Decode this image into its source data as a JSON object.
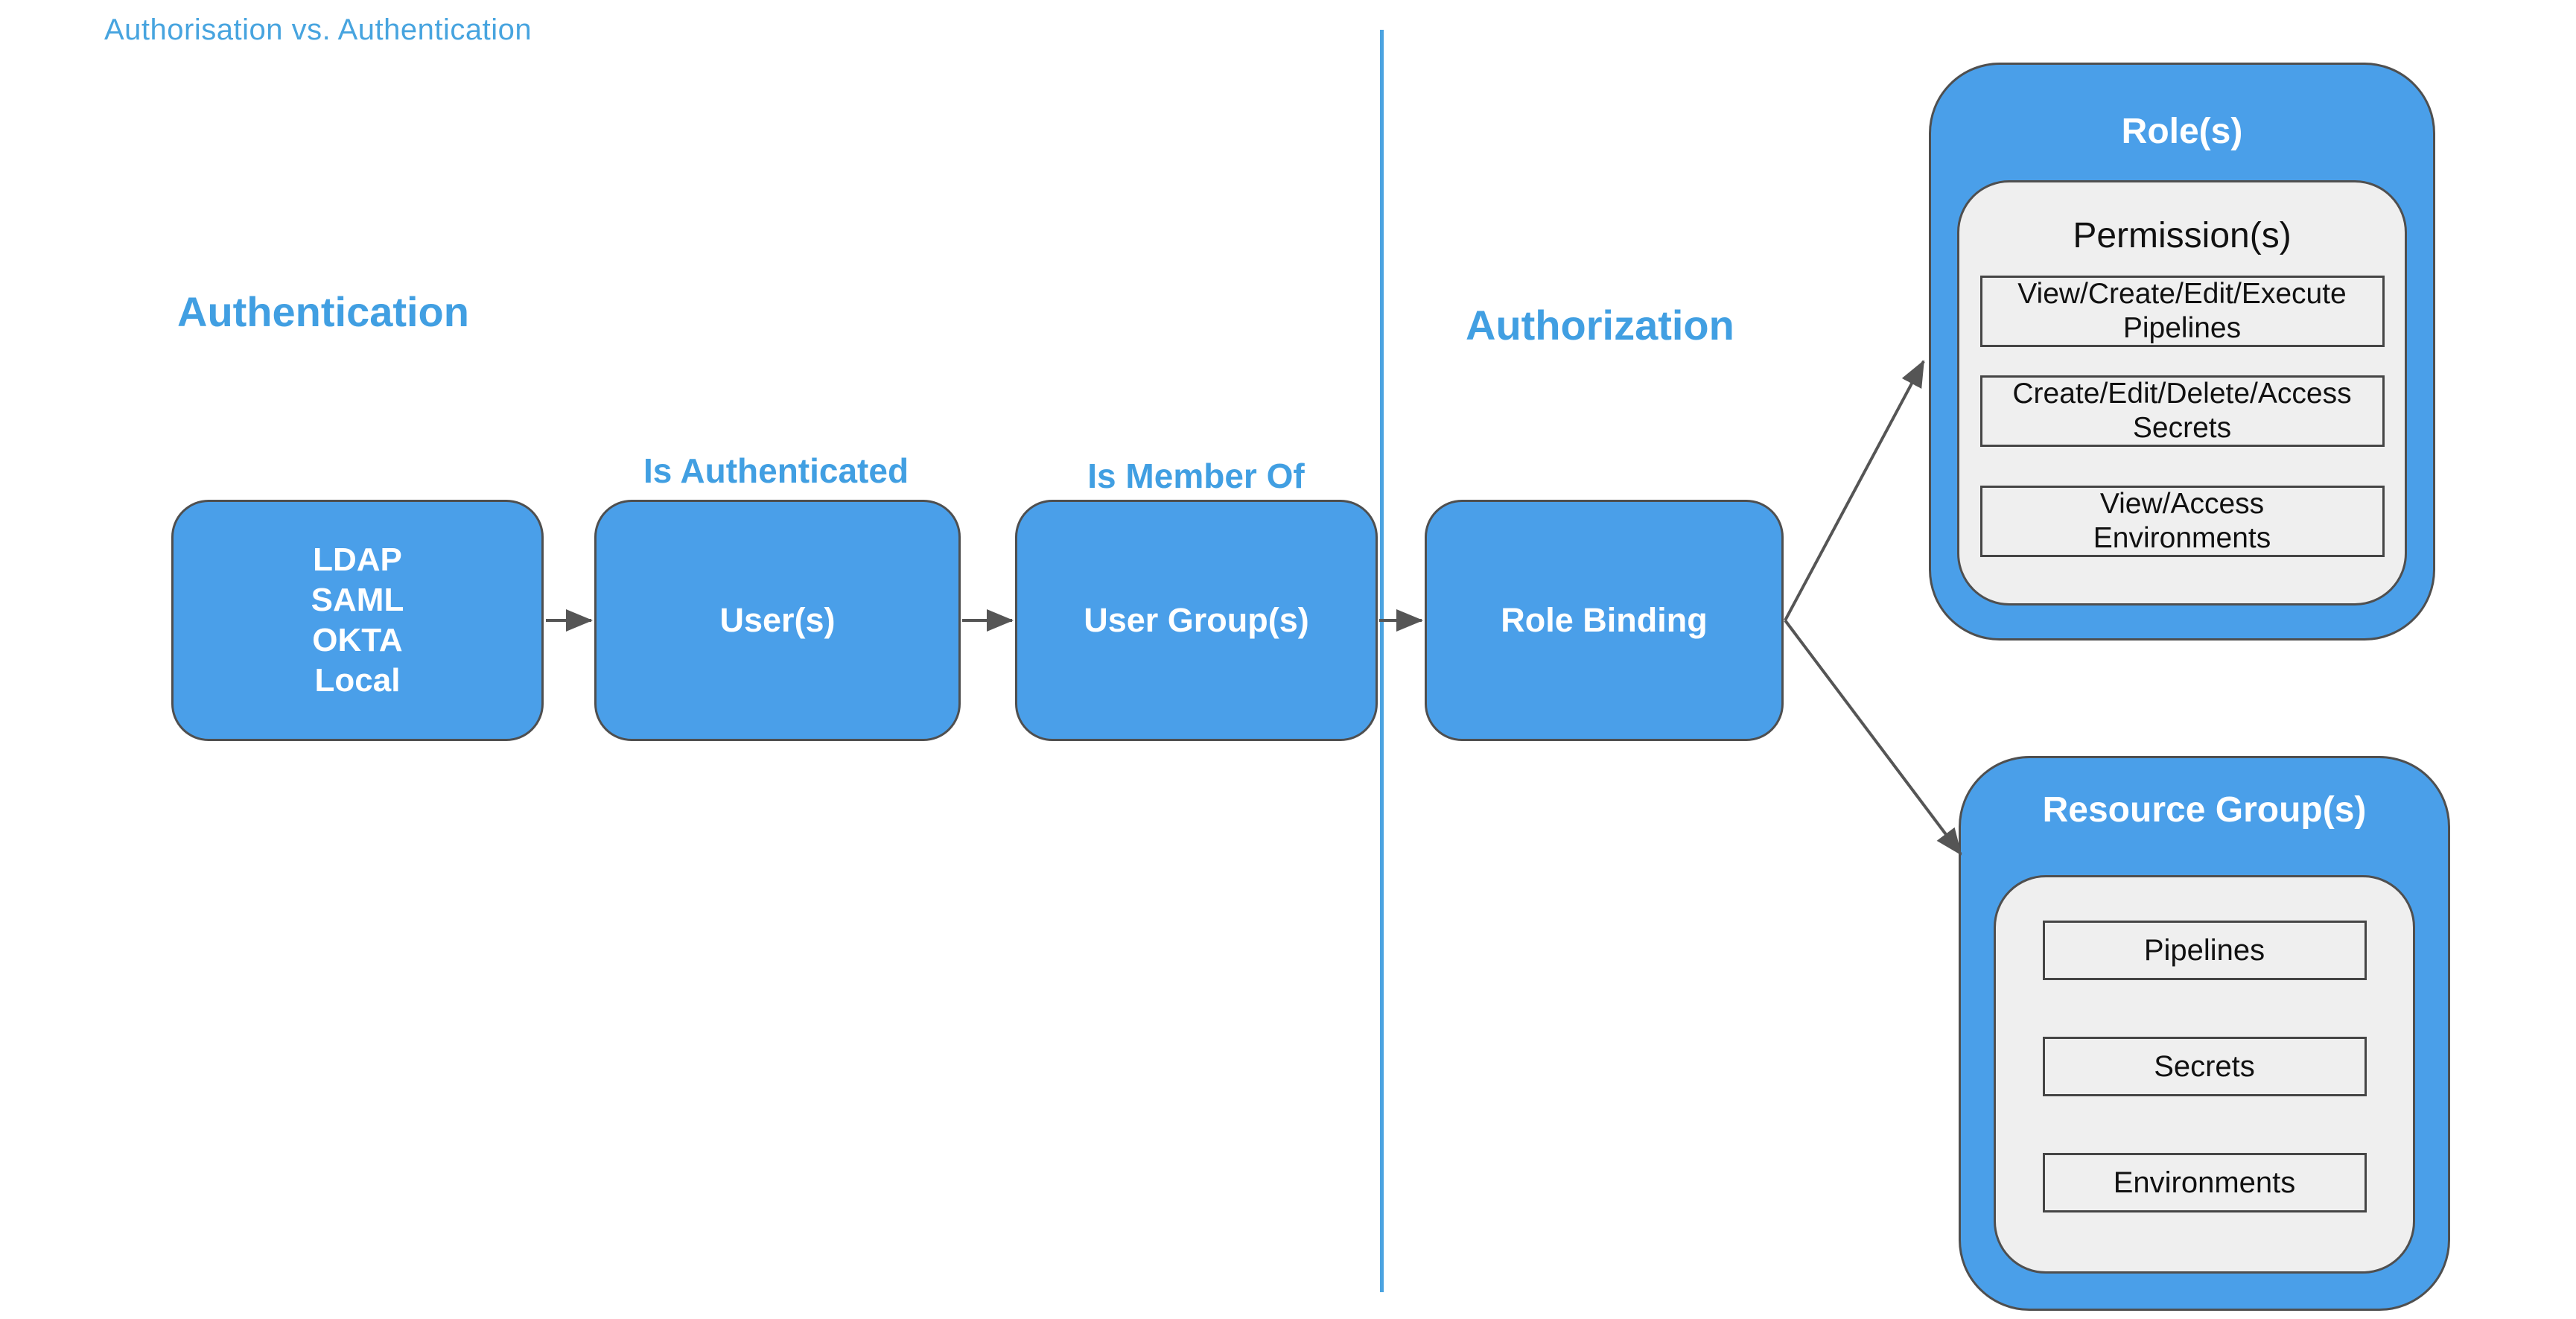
{
  "page": {
    "title": "Authorisation vs. Authentication"
  },
  "sections": {
    "authentication": {
      "heading": "Authentication"
    },
    "authorization": {
      "heading": "Authorization"
    }
  },
  "flow": {
    "identity_providers": {
      "lines": [
        "LDAP",
        "SAML",
        "OKTA",
        "Local"
      ]
    },
    "users": {
      "label": "User(s)"
    },
    "user_groups": {
      "label": "User Group(s)"
    },
    "role_binding": {
      "label": "Role Binding"
    },
    "relations": {
      "is_authenticated": "Is Authenticated",
      "is_member_of": "Is Member Of"
    }
  },
  "roles_panel": {
    "title": "Role(s)",
    "permissions_title": "Permission(s)",
    "permissions": [
      "View/Create/Edit/Execute\nPipelines",
      "Create/Edit/Delete/Access\nSecrets",
      "View/Access\nEnvironments"
    ]
  },
  "resource_groups_panel": {
    "title": "Resource Group(s)",
    "resources": [
      "Pipelines",
      "Secrets",
      "Environments"
    ]
  },
  "colors": {
    "node_blue": "#4A9FE9",
    "heading_blue": "#419FE2",
    "title_blue": "#47A4DF",
    "divider_blue": "#4BA3E0",
    "panel_gray": "#EFEFEF",
    "border_dark": "#4F4F4F",
    "arrow_gray": "#555555",
    "node_text": "#FFFFFF",
    "panel_text": "#111111"
  }
}
